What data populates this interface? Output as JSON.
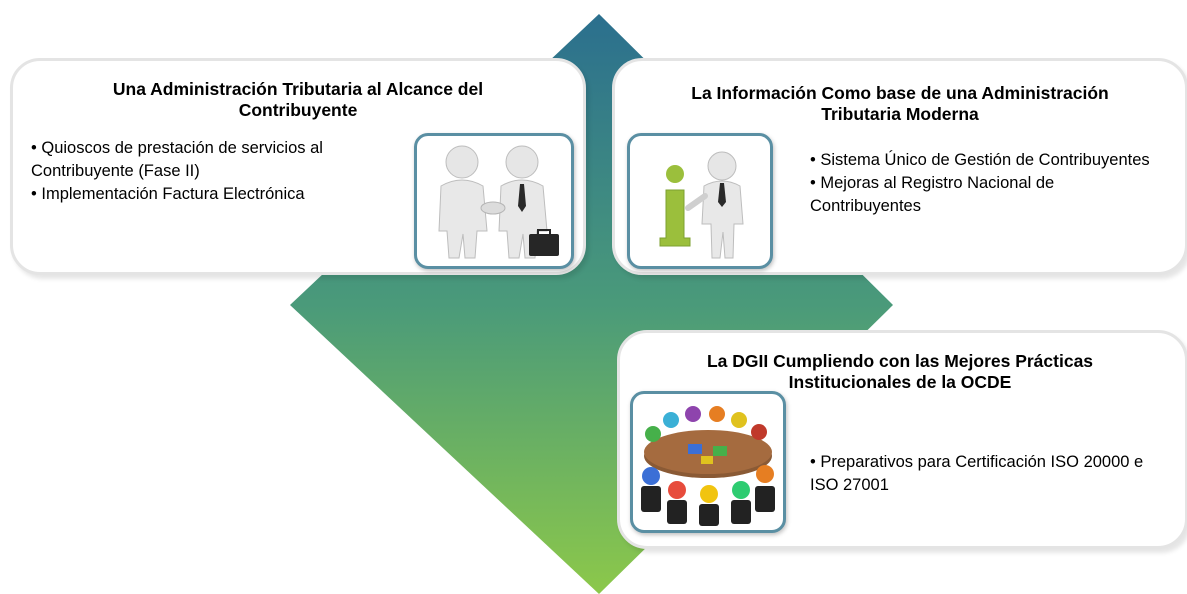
{
  "colors": {
    "diamond_top": "#2b6f8e",
    "diamond_mid": "#4a9a7a",
    "diamond_bottom": "#8cc84a",
    "thumb_border": "#5a8fa3",
    "card_border": "#e4e4e4"
  },
  "quadrants": [
    {
      "title": "Una Administración Tributaria al Alcance del Contribuyente",
      "bullets": [
        "Quioscos de prestación de servicios al Contribuyente (Fase II)",
        "Implementación Factura Electrónica"
      ],
      "image_icon": "handshake-icon"
    },
    {
      "title": "La Información Como base de una Administración Tributaria Moderna",
      "bullets": [
        "Sistema Único de Gestión de Contribuyentes",
        "Mejoras al Registro Nacional de Contribuyentes"
      ],
      "image_icon": "information-person-icon"
    },
    {
      "title": "La DGII Cumpliendo con las Mejores Prácticas Institucionales de la OCDE",
      "bullets": [
        "Preparativos para Certificación ISO 20000 e ISO 27001"
      ],
      "image_icon": "team-meeting-icon"
    }
  ]
}
